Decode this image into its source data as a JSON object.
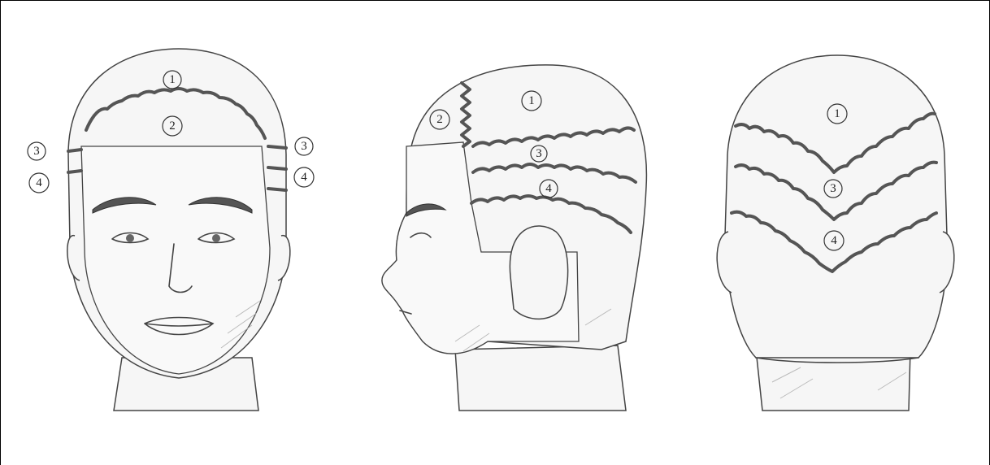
{
  "diagram": {
    "views": [
      {
        "name": "front",
        "labels": [
          {
            "id": "top",
            "text": "1"
          },
          {
            "id": "center",
            "text": "2"
          },
          {
            "id": "left-upper",
            "text": "3"
          },
          {
            "id": "left-lower",
            "text": "4"
          },
          {
            "id": "right-upper",
            "text": "3"
          },
          {
            "id": "right-lower",
            "text": "4"
          }
        ]
      },
      {
        "name": "side",
        "labels": [
          {
            "id": "crown",
            "text": "1"
          },
          {
            "id": "front",
            "text": "2"
          },
          {
            "id": "mid",
            "text": "3"
          },
          {
            "id": "lower",
            "text": "4"
          }
        ]
      },
      {
        "name": "back",
        "labels": [
          {
            "id": "crown",
            "text": "1"
          },
          {
            "id": "mid",
            "text": "3"
          },
          {
            "id": "lower",
            "text": "4"
          }
        ]
      }
    ]
  },
  "colors": {
    "line": "#444444",
    "partings": "#555555",
    "background": "#ffffff"
  }
}
